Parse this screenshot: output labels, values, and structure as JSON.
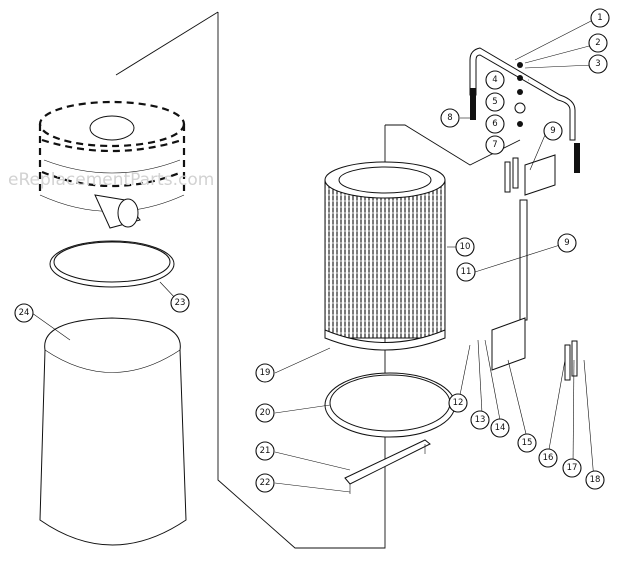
{
  "watermark": "eReplacementParts.com",
  "callouts": [
    {
      "id": "1",
      "label": "1"
    },
    {
      "id": "2",
      "label": "2"
    },
    {
      "id": "3",
      "label": "3"
    },
    {
      "id": "4",
      "label": "4"
    },
    {
      "id": "5",
      "label": "5"
    },
    {
      "id": "6",
      "label": "6"
    },
    {
      "id": "7",
      "label": "7"
    },
    {
      "id": "8",
      "label": "8"
    },
    {
      "id": "9a",
      "label": "9"
    },
    {
      "id": "9b",
      "label": "9"
    },
    {
      "id": "10",
      "label": "10"
    },
    {
      "id": "11",
      "label": "11"
    },
    {
      "id": "12",
      "label": "12"
    },
    {
      "id": "13",
      "label": "13"
    },
    {
      "id": "14",
      "label": "14"
    },
    {
      "id": "15",
      "label": "15"
    },
    {
      "id": "16",
      "label": "16"
    },
    {
      "id": "17",
      "label": "17"
    },
    {
      "id": "18",
      "label": "18"
    },
    {
      "id": "19",
      "label": "19"
    },
    {
      "id": "20",
      "label": "20"
    },
    {
      "id": "21",
      "label": "21"
    },
    {
      "id": "22",
      "label": "22"
    },
    {
      "id": "23",
      "label": "23"
    },
    {
      "id": "24",
      "label": "24"
    }
  ]
}
